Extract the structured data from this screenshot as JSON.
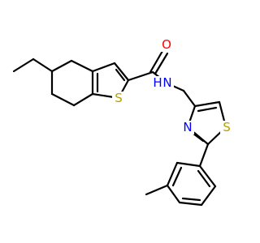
{
  "colors": {
    "bond": "#000000",
    "carbon": "#000000",
    "oxygen": "#ff0000",
    "nitrogen": "#0000ff",
    "sulfur": "#b8a000",
    "hydrogen": "#0000ff"
  },
  "labels": {
    "oxygen": "O",
    "amide_n": "N",
    "amide_h": "H",
    "thiophene_s": "S",
    "thiazole_n": "N",
    "thiazole_s": "S"
  }
}
